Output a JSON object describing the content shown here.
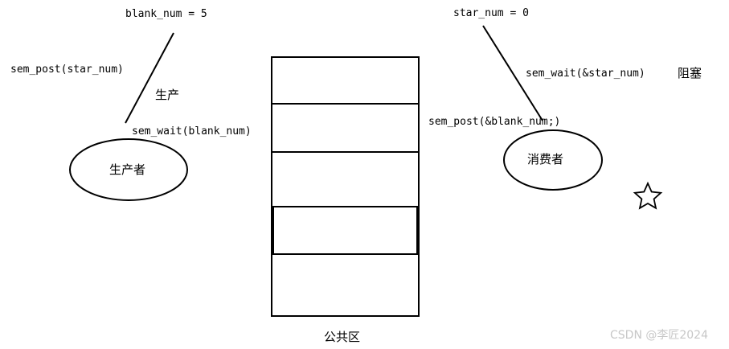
{
  "producer": {
    "counter_label": "blank_num = 5",
    "post_label": "sem_post(star_num)",
    "action_label": "生产",
    "wait_label": "sem_wait(blank_num)",
    "node_label": "生产者"
  },
  "consumer": {
    "counter_label": "star_num = 0",
    "wait_label": "sem_wait(&star_num)",
    "blocked_label": "阻塞",
    "post_label": "sem_post(&blank_num;)",
    "node_label": "消费者"
  },
  "buffer": {
    "label": "公共区",
    "slot_count": 5
  },
  "decoration": {
    "star_icon": "star-icon"
  },
  "watermark": {
    "text": "CSDN @李匠2024"
  }
}
